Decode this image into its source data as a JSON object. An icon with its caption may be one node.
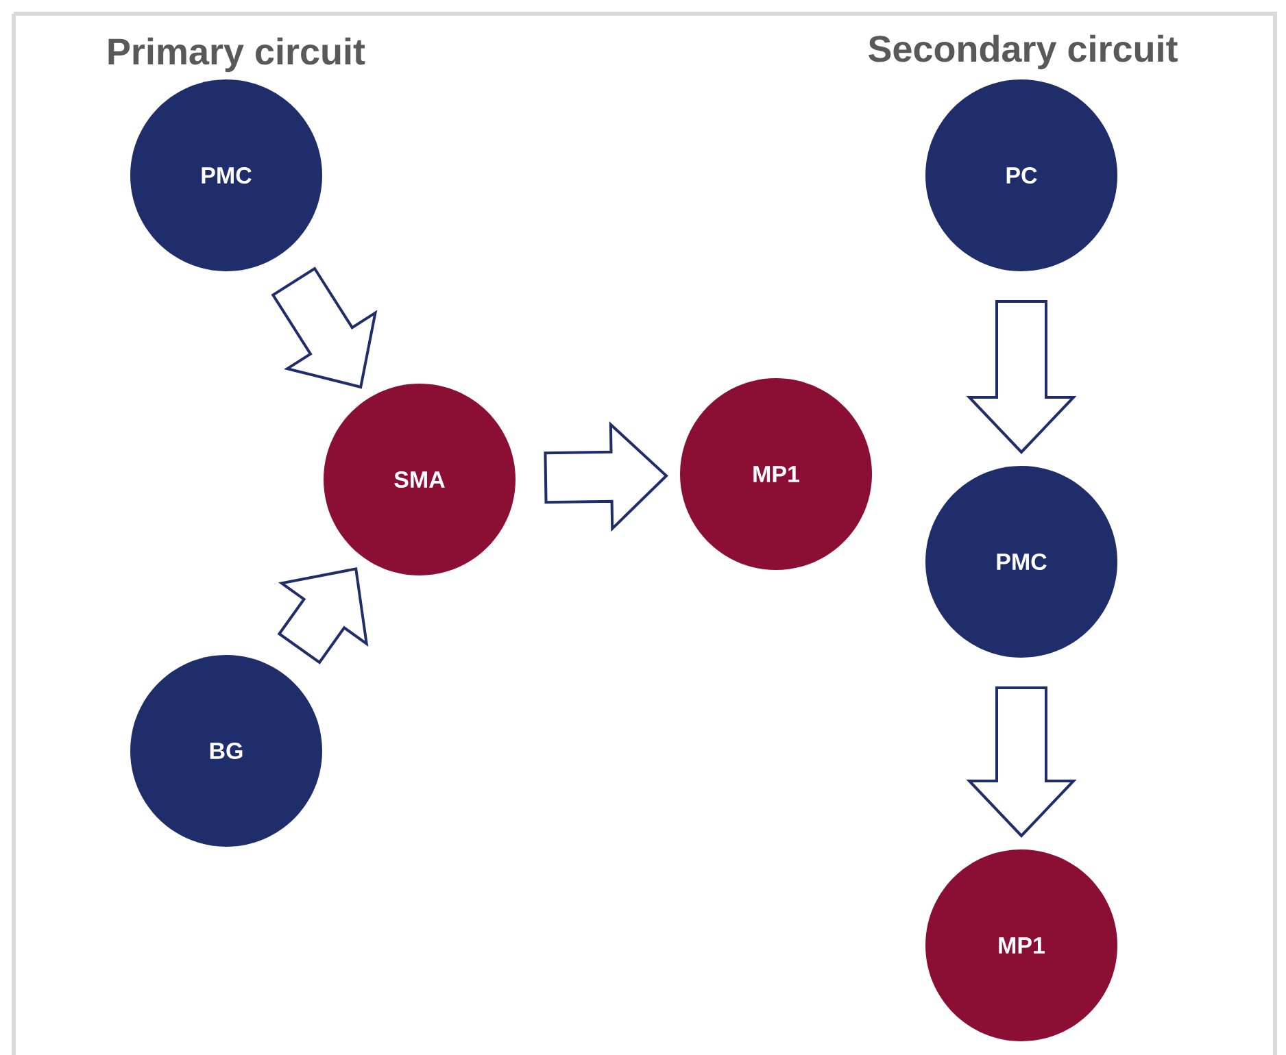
{
  "diagram": {
    "nodes": [
      {
        "text": [
          "PMC"
        ]
      },
      {
        "text": [
          "BG"
        ]
      },
      {
        "text": [
          "SMA"
        ]
      },
      {
        "text": [
          "MP1"
        ]
      },
      {
        "text": [
          "PC"
        ]
      },
      {
        "text": [
          "PMC"
        ]
      },
      {
        "text": [
          "MP1"
        ]
      }
    ],
    "edges": [
      {
        "from": 0,
        "to": 2,
        "arrow": "to"
      },
      {
        "from": 1,
        "to": 2,
        "arrow": "to"
      },
      {
        "from": 2,
        "to": 3,
        "arrow": "to"
      },
      {
        "from": 4,
        "to": 5,
        "arrow": "to"
      },
      {
        "from": 5,
        "to": 6,
        "arrow": "to"
      }
    ],
    "labels": [
      "Primary circuit",
      "Secondary circuit"
    ]
  }
}
